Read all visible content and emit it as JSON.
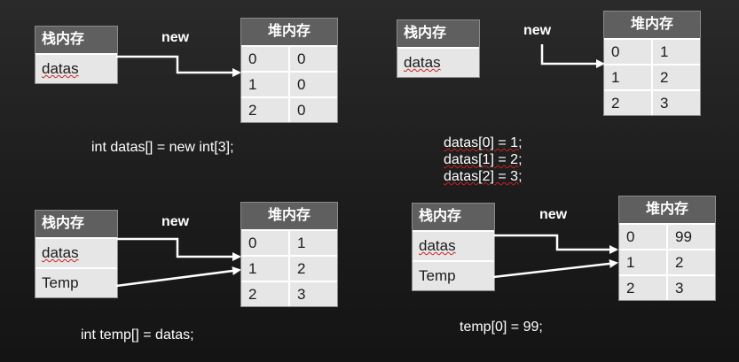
{
  "panels": [
    {
      "new_label": "new",
      "stack": {
        "header": "栈内存",
        "cells": [
          "datas"
        ]
      },
      "heap": {
        "header": "堆内存",
        "rows": [
          [
            "0",
            "0"
          ],
          [
            "1",
            "0"
          ],
          [
            "2",
            "0"
          ]
        ]
      },
      "code": [
        "int datas[] = new int[3];"
      ]
    },
    {
      "new_label": "new",
      "stack": {
        "header": "栈内存",
        "cells": [
          "datas"
        ]
      },
      "heap": {
        "header": "堆内存",
        "rows": [
          [
            "0",
            "1"
          ],
          [
            "1",
            "2"
          ],
          [
            "2",
            "3"
          ]
        ]
      },
      "code": [
        "datas[0] = 1;",
        "datas[1] = 2;",
        "datas[2] = 3;"
      ]
    },
    {
      "new_label": "new",
      "stack": {
        "header": "栈内存",
        "cells": [
          "datas",
          "Temp"
        ]
      },
      "heap": {
        "header": "堆内存",
        "rows": [
          [
            "0",
            "1"
          ],
          [
            "1",
            "2"
          ],
          [
            "2",
            "3"
          ]
        ]
      },
      "code": [
        "int temp[] = datas;"
      ]
    },
    {
      "new_label": "new",
      "stack": {
        "header": "栈内存",
        "cells": [
          "datas",
          "Temp"
        ]
      },
      "heap": {
        "header": "堆内存",
        "rows": [
          [
            "0",
            "99"
          ],
          [
            "1",
            "2"
          ],
          [
            "2",
            "3"
          ]
        ]
      },
      "code": [
        "temp[0] = 99;"
      ]
    }
  ]
}
